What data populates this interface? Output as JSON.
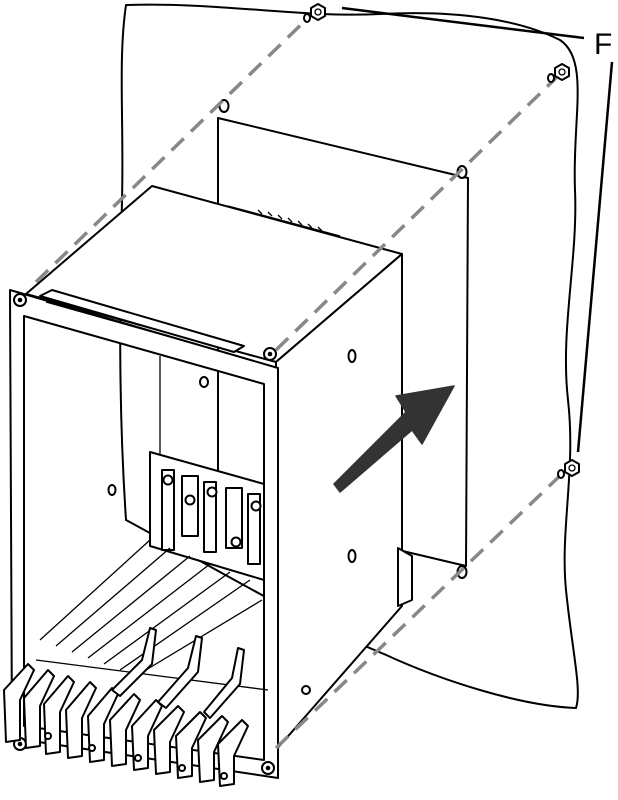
{
  "figure": {
    "callout_label": "F",
    "colors": {
      "line": "#000000",
      "dashed_guides": "#888888",
      "arrow": "#333333",
      "background": "#ffffff"
    },
    "parts": [
      "mounting-panel",
      "backplate",
      "device-housing",
      "front-frame",
      "nut-icon",
      "mounting-direction-arrow",
      "terminal-levers"
    ]
  }
}
